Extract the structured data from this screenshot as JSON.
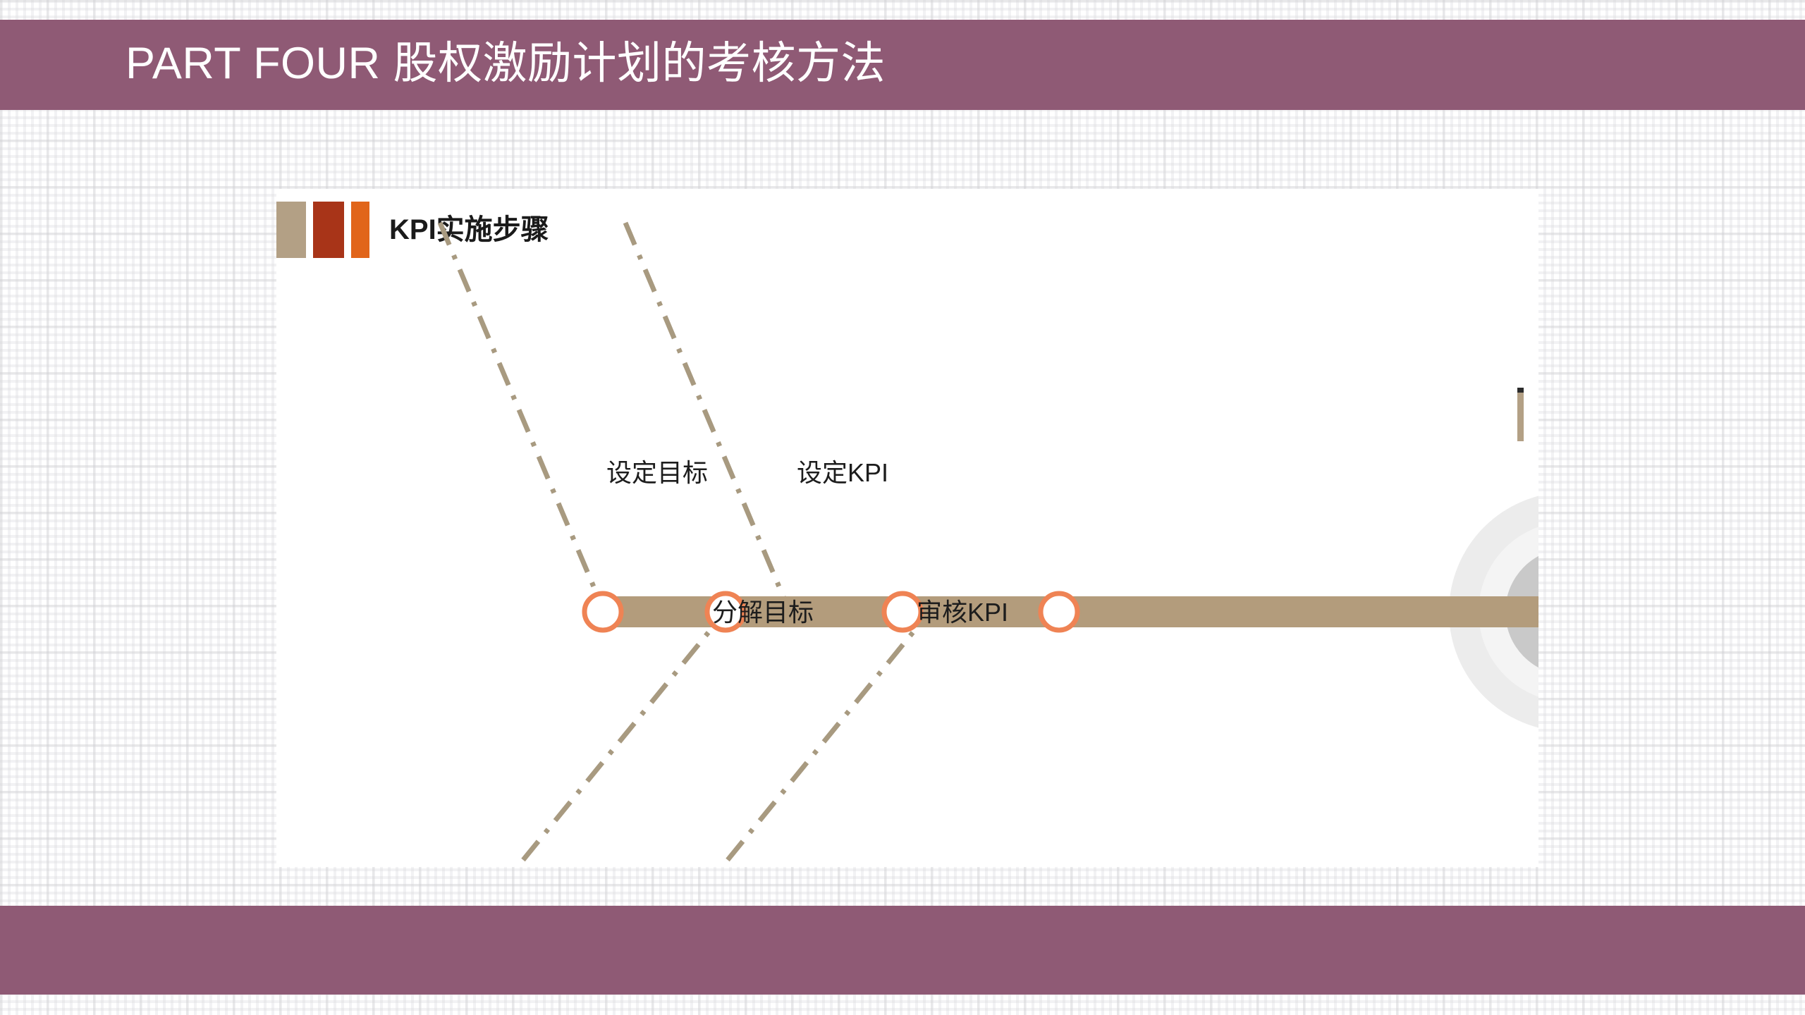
{
  "slide": {
    "background_color": "#ffffff",
    "band_color": "#8f5a75",
    "texture": "dotted-graph-paper"
  },
  "header": {
    "part_label": "PART FOUR",
    "title": "PART FOUR  股权激励计划的考核方法"
  },
  "card": {
    "title": "KPI实施步骤",
    "accent_bars": [
      {
        "name": "tan-bar",
        "color": "#b3a085"
      },
      {
        "name": "brick-bar",
        "color": "#a83418"
      },
      {
        "name": "orange-bar",
        "color": "#e1651a"
      }
    ],
    "right_marker_color": "#b3a085"
  },
  "diagram": {
    "type": "milestone-arrow-process",
    "arrow_color": "#b39c7c",
    "node_stroke_color": "#ef8354",
    "node_fill_color": "#ffffff",
    "connector_color": "#a89a80",
    "connector_style": "dash-dot",
    "target_colors": [
      "#ebebeb",
      "#f3f3f3",
      "#c9c9c9"
    ],
    "steps": [
      {
        "index": 1,
        "label": "设定目标",
        "position": "above"
      },
      {
        "index": 2,
        "label": "分解目标",
        "position": "below"
      },
      {
        "index": 3,
        "label": "设定KPI",
        "position": "above"
      },
      {
        "index": 4,
        "label": "审核KPI",
        "position": "below"
      }
    ]
  },
  "footer": {
    "band_color": "#8f5a75"
  }
}
